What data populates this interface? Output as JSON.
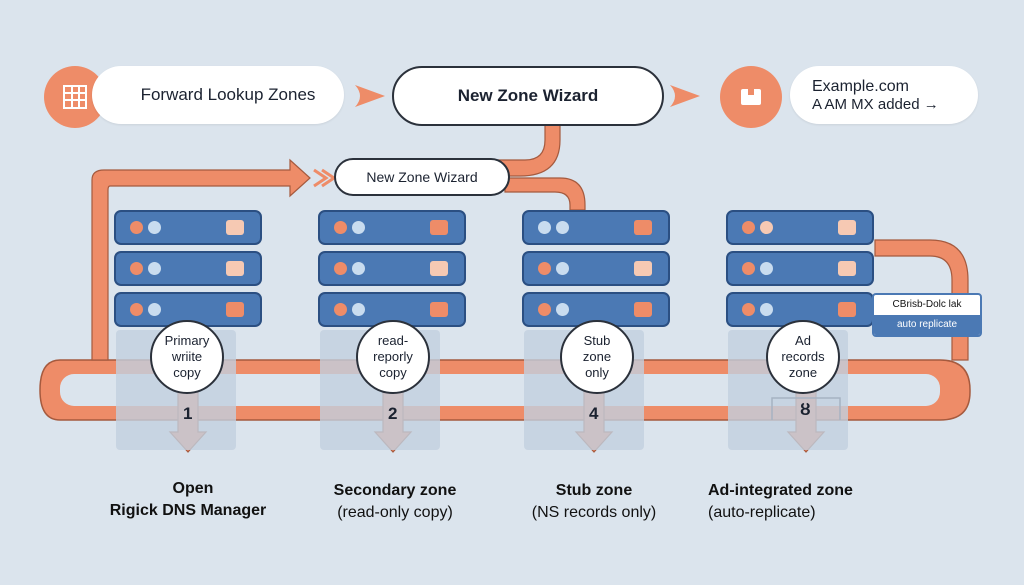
{
  "top": {
    "forward_zones": "Forward Lookup Zones",
    "wizard_main": "New Zone Wizard",
    "example_line1": "Example.com",
    "example_line2": "A AM MX added →"
  },
  "small_wizard": "New Zone Wizard",
  "tag": {
    "title": "CBrisb-Dolc lak",
    "subtitle": "auto replicate"
  },
  "columns": [
    {
      "bubble": "Primary\nwriite\ncopy",
      "step": "1",
      "title": "Open",
      "title2": "Rigick  DNS Manager"
    },
    {
      "bubble": "read-\nreporly\ncopy",
      "step": "2",
      "title": "Secondary zone",
      "subtitle": "(read-only copy)"
    },
    {
      "bubble": "Stub\nzone\nonly",
      "step": "4",
      "title": "Stub zone",
      "subtitle": "(NS records only)"
    },
    {
      "bubble": "Ad\nrecords\nzone",
      "step": "ȣ",
      "title": "Ad-integrated zone",
      "subtitle": "(auto-replicate)"
    }
  ],
  "colors": {
    "accent": "#ee8c68",
    "server": "#4b79b4",
    "background": "#dbe4ed"
  }
}
